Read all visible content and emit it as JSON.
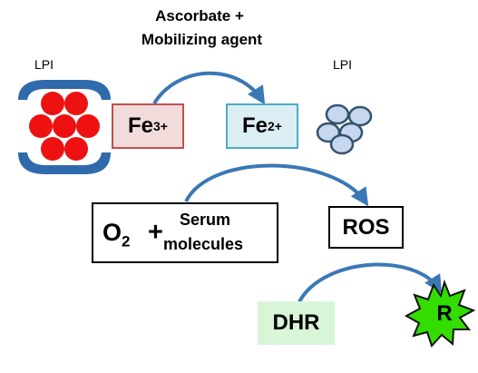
{
  "top_label": {
    "line1": "Ascorbate +",
    "line2": "Mobilizing agent"
  },
  "lpi_left": "LPI",
  "lpi_right": "LPI",
  "fe3": {
    "base": "Fe",
    "sup": "3+"
  },
  "fe2": {
    "base": "Fe",
    "sup": "2+"
  },
  "o2_box": {
    "o": "O",
    "sub": "2",
    "plus": "+",
    "line1": "Serum",
    "line2": "molecules"
  },
  "ros": "ROS",
  "dhr": "DHR",
  "r": "R",
  "colors": {
    "arrow": "#3a78b5",
    "fe3_fill": "#f2dcdb",
    "fe3_border": "#c0504d",
    "fe2_fill": "#dbeef4",
    "fe2_border": "#4bacc6",
    "dhr_fill": "#d8f5d8",
    "star_fill": "#33dd00",
    "iron_red": "#ee1111",
    "cage_blue": "#2f6aad",
    "cluster_fill": "#c7d7ee",
    "cluster_stroke": "#34536f"
  }
}
